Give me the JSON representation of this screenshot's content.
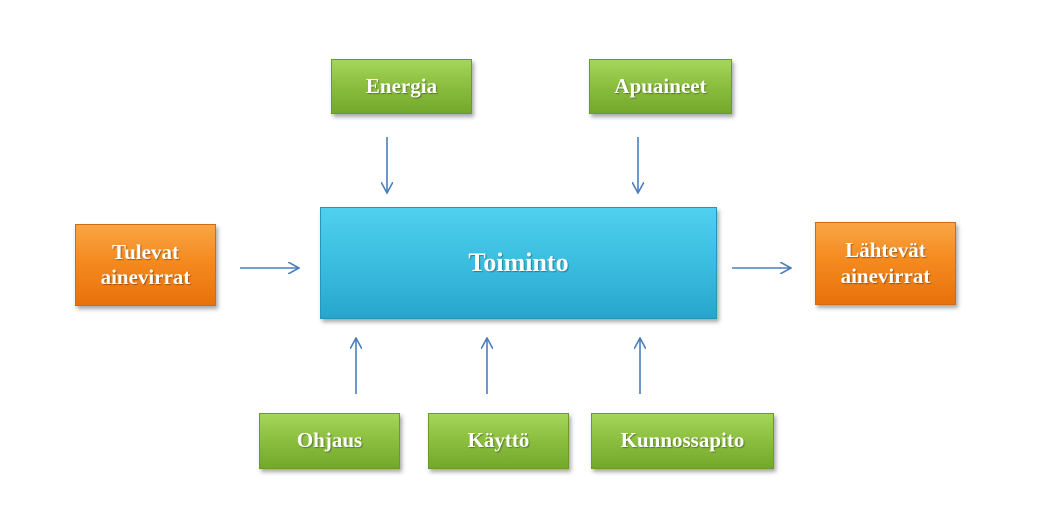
{
  "diagram": {
    "center": {
      "label": "Toiminto"
    },
    "top": [
      {
        "label": "Energia"
      },
      {
        "label": "Apuaineet"
      }
    ],
    "left": {
      "line1": "Tulevat",
      "line2": "ainevirrat"
    },
    "right": {
      "line1": "Lähtevät",
      "line2": "ainevirrat"
    },
    "bottom": [
      {
        "label": "Ohjaus"
      },
      {
        "label": "Käyttö"
      },
      {
        "label": "Kunnossapito"
      }
    ]
  },
  "colors": {
    "green": "#8dc040",
    "orange": "#f58a1f",
    "blue": "#3bbde0",
    "arrow": "#4a7ebb"
  }
}
